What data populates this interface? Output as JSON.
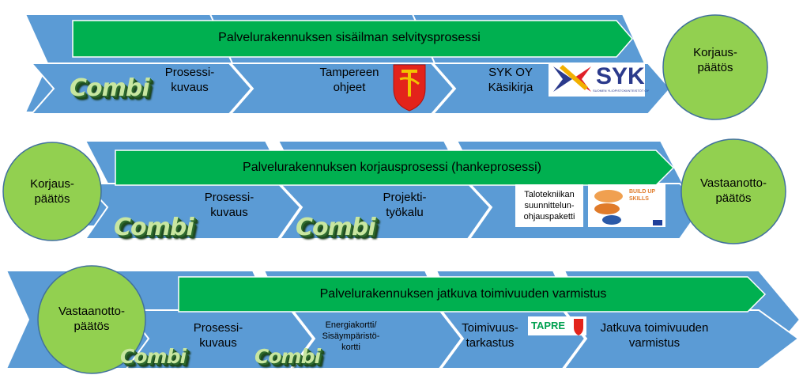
{
  "colors": {
    "chevron": "#5b9bd5",
    "band": "#00b050",
    "circle": "#92d050",
    "circle_border": "#41719c"
  },
  "row1": {
    "band": "Palvelurakennuksen sisäilman selvitysprosessi",
    "s1": "Prosessi-\nkuvaus",
    "s2": "Tampereen\nohjeet",
    "s3": "SYK OY\nKäsikirja",
    "end_circle": "Korjaus-\npäätös",
    "combi": "Combi",
    "syk_logo": "SYK",
    "syk_logo_sub": "SUOMEN YLIOPISTOKIINTEISTÖT OY"
  },
  "row2": {
    "band": "Palvelurakennuksen korjausprosessi (hankeprosessi)",
    "start_circle": "Korjaus-\npäätös",
    "s1": "Prosessi-\nkuvaus",
    "s2": "Projekti-\ntyökalu",
    "s3": "Talotekniikan\nsuunnittelun-\nohjauspaketti",
    "end_circle": "Vastaanotto-\npäätös",
    "combi": "Combi",
    "buildup_logo": "BUILD UP\nSKILLS"
  },
  "row3": {
    "band": "Palvelurakennuksen jatkuva toimivuuden varmistus",
    "start_circle": "Vastaanotto-\npäätös",
    "s1": "Prosessi-\nkuvaus",
    "s2": "Energiakortti/\nSisäympäristö-\nkortti",
    "s3": "Toimivuus-\ntarkastus",
    "s4": "Jatkuva toimivuuden\nvarmistus",
    "combi": "Combi",
    "tapre_logo": "TAPRE"
  }
}
